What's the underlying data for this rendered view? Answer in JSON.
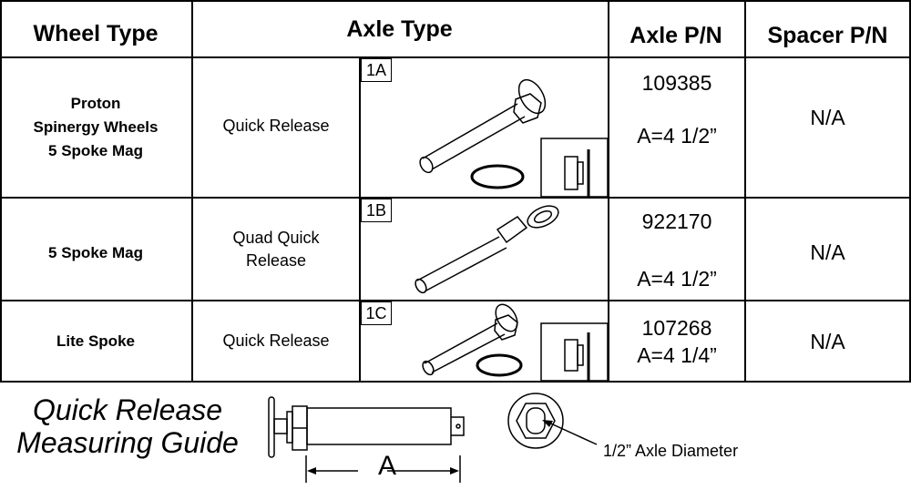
{
  "headers": {
    "wheel_type": "Wheel Type",
    "axle_type": "Axle Type",
    "axle_pn": "Axle P/N",
    "spacer_pn": "Spacer P/N"
  },
  "rows": [
    {
      "wheel_type": [
        "Proton",
        "Spinergy Wheels",
        "5 Spoke Mag"
      ],
      "axle_type": "Quick Release",
      "tag": "1A",
      "axle_pn": "109385",
      "dimension": "A=4 1/2”",
      "spacer_pn": "N/A"
    },
    {
      "wheel_type": [
        "5 Spoke Mag"
      ],
      "axle_type": "Quad Quick Release",
      "tag": "1B",
      "axle_pn": "922170",
      "dimension": "A=4 1/2”",
      "spacer_pn": "N/A"
    },
    {
      "wheel_type": [
        "Lite Spoke"
      ],
      "axle_type": "Quick Release",
      "tag": "1C",
      "axle_pn": "107268",
      "dimension": "A=4 1/4”",
      "spacer_pn": "N/A"
    }
  ],
  "guide": {
    "title_line1": "Quick Release",
    "title_line2": "Measuring Guide",
    "dimension_label": "A",
    "diameter_label": "1/2” Axle Diameter"
  }
}
